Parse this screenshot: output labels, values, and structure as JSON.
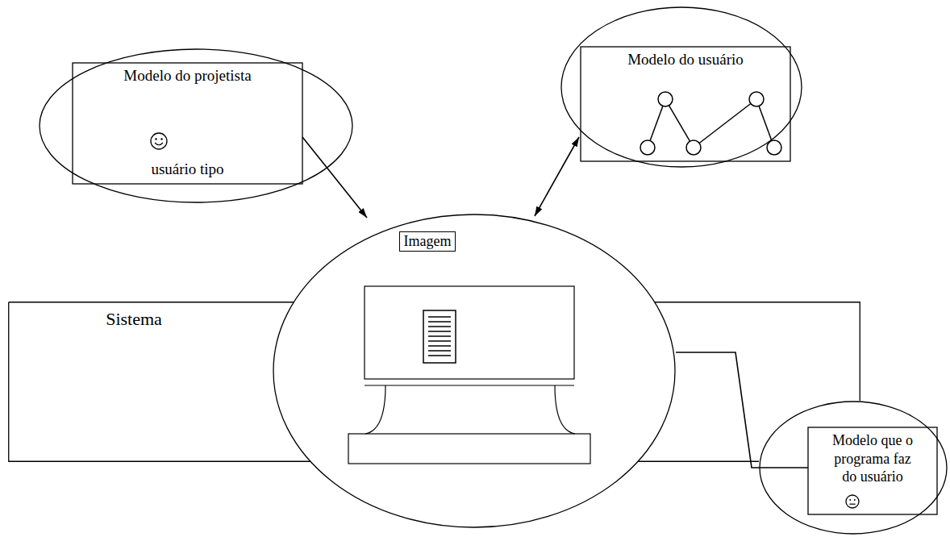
{
  "diagram": {
    "nodes": [
      {
        "text": [
          "Modelo do projetista",
          "usuário tipo"
        ]
      },
      {
        "text": [
          "Modelo do usuário"
        ]
      },
      {
        "text": [
          "Imagem"
        ]
      },
      {
        "text": [
          "Sistema"
        ]
      },
      {
        "text": [
          "Modelo que o programa faz do usuário"
        ]
      }
    ],
    "edges": [
      {
        "from": 0,
        "to": 2,
        "arrow": "to"
      },
      {
        "from": 2,
        "to": 1,
        "arrow": "both"
      },
      {
        "from": 3,
        "to": 4,
        "arrow": "none"
      }
    ]
  }
}
